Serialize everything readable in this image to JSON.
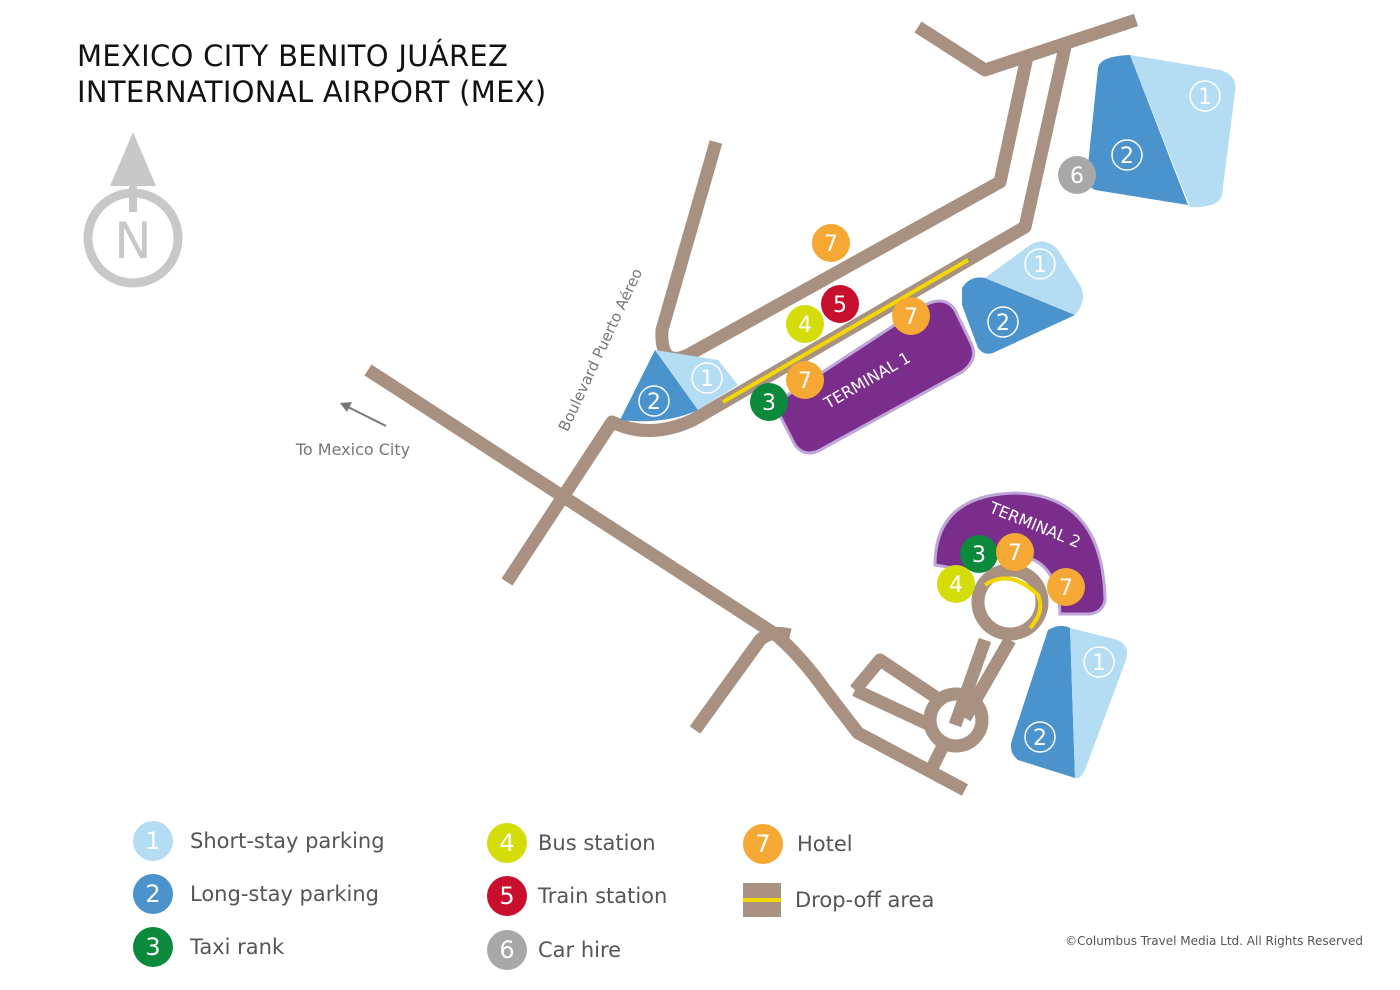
{
  "title_line1": "MEXICO CITY BENITO JUÁREZ",
  "title_line2": "INTERNATIONAL AIRPORT (MEX)",
  "compass_letter": "N",
  "road_label": "Boulevard Puerto Aéreo",
  "direction_label": "To Mexico City",
  "terminal1_label": "TERMINAL 1",
  "terminal2_label": "TERMINAL 2",
  "markers": {
    "short_stay": "1",
    "long_stay": "2",
    "taxi": "3",
    "bus": "4",
    "train": "5",
    "car_hire": "6",
    "hotel": "7"
  },
  "legend": [
    {
      "id": "short_stay",
      "number": "1",
      "label": "Short-stay parking",
      "color": "#b4dcf2"
    },
    {
      "id": "long_stay",
      "number": "2",
      "label": "Long-stay parking",
      "color": "#4a93cc"
    },
    {
      "id": "taxi",
      "number": "3",
      "label": "Taxi rank",
      "color": "#0a8a3a"
    },
    {
      "id": "bus",
      "number": "4",
      "label": "Bus station",
      "color": "#d4dc0a"
    },
    {
      "id": "train",
      "number": "5",
      "label": "Train station",
      "color": "#c8102e"
    },
    {
      "id": "car_hire",
      "number": "6",
      "label": "Car hire",
      "color": "#a8a8a8"
    },
    {
      "id": "hotel",
      "number": "7",
      "label": "Hotel",
      "color": "#f5a833"
    },
    {
      "id": "dropoff",
      "number": "",
      "label": "Drop-off area",
      "color": "#a89180"
    }
  ],
  "colors": {
    "road": "#a89180",
    "terminal": "#7b2d8b",
    "dropoff_line": "#f2d800",
    "compass": "#c8c8c8"
  },
  "copyright": "©Columbus Travel Media Ltd. All Rights Reserved"
}
